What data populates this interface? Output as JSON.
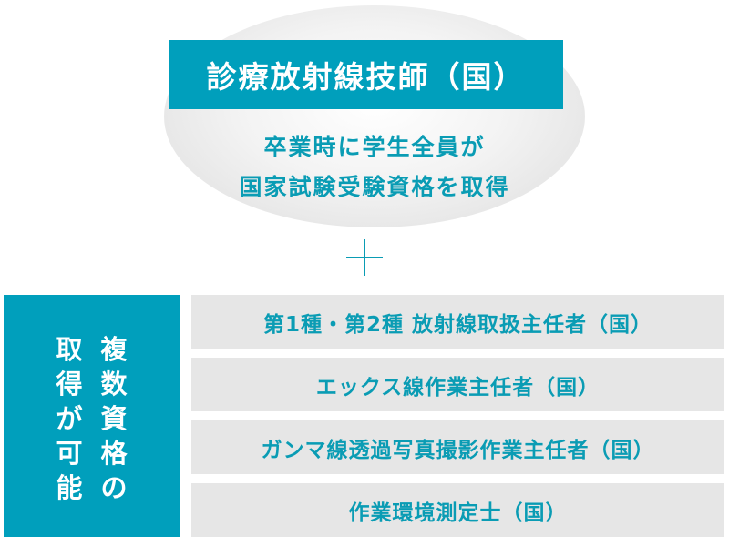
{
  "main_qualification": {
    "title": "診療放射線技師（国）",
    "line1": "卒業時に学生全員が",
    "line2": "国家試験受験資格を取得"
  },
  "left_panel": {
    "column1": "複数資格の",
    "column2": "取得が可能"
  },
  "qualifications": [
    "第1種・第2種 放射線取扱主任者（国）",
    "エックス線作業主任者（国）",
    "ガンマ線透過写真撮影作業主任者（国）",
    "作業環境測定士（国）"
  ],
  "colors": {
    "accent": "#009fbc",
    "row_bg": "#e6e6e6"
  }
}
